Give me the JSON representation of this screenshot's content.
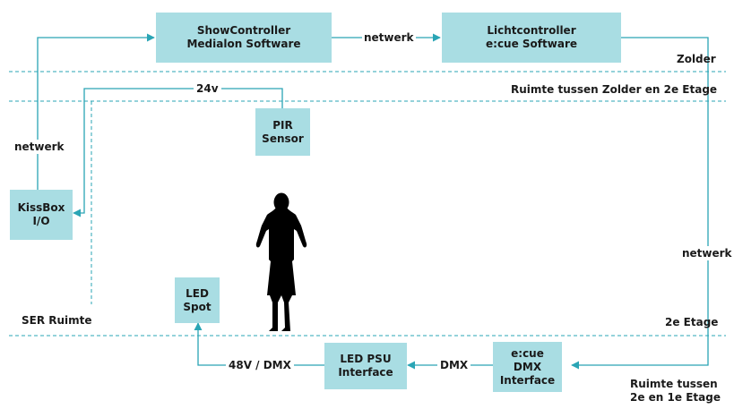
{
  "colors": {
    "box_fill": "#a9dde3",
    "line": "#2aa5b5",
    "text": "#1a1a1a",
    "silhouette": "#000000"
  },
  "boxes": {
    "showcontroller": [
      "ShowController",
      "Medialon Software"
    ],
    "lichtcontroller": [
      "Lichtcontroller",
      "e:cue Software"
    ],
    "pir": [
      "PIR",
      "Sensor"
    ],
    "kissbox": [
      "KissBox",
      "I/O"
    ],
    "led_spot": [
      "LED",
      "Spot"
    ],
    "led_psu": [
      "LED PSU",
      "Interface"
    ],
    "ecue_dmx": [
      "e:cue",
      "DMX",
      "Interface"
    ]
  },
  "connection_labels": {
    "netwerk_top": "netwerk",
    "v24": "24v",
    "netwerk_left": "netwerk",
    "netwerk_right": "netwerk",
    "v48_dmx": "48V / DMX",
    "dmx": "DMX"
  },
  "floors": {
    "zolder": "Zolder",
    "ruimte_zolder_2e": "Ruimte tussen Zolder en 2e Etage",
    "ser_ruimte": "SER Ruimte",
    "etage2": "2e Etage",
    "ruimte_2e_1e": [
      "Ruimte tussen",
      "2e en 1e Etage"
    ]
  },
  "figure": {
    "icon": "woman-silhouette-icon"
  }
}
